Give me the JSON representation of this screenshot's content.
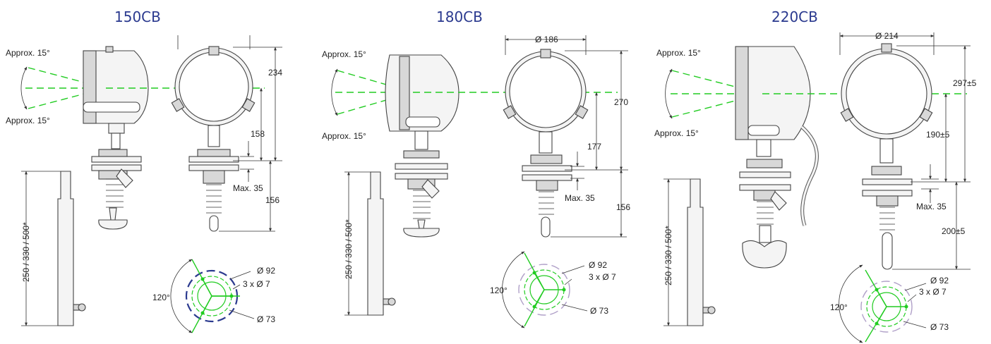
{
  "models": [
    {
      "title": "150CB",
      "approx_upper": "Approx. 15°",
      "approx_lower": "Approx. 15°",
      "dim_height_total": "234",
      "dim_height_to_mount": "158",
      "dim_max_mount": "Max. 35",
      "dim_below_mount": "156",
      "dim_shaft": "250 / 330 / 500*",
      "dim_angle": "120°",
      "dim_outer_dia": "Ø 92",
      "dim_holes": "3 x Ø 7",
      "dim_inner_dia": "Ø 73"
    },
    {
      "title": "180CB",
      "approx_upper": "Approx. 15°",
      "approx_lower": "Approx. 15°",
      "dim_diameter": "Ø 186",
      "dim_height_total": "270",
      "dim_height_to_mount": "177",
      "dim_max_mount": "Max. 35",
      "dim_below_mount": "156",
      "dim_shaft": "250 / 330 / 500*",
      "dim_angle": "120°",
      "dim_outer_dia": "Ø 92",
      "dim_holes": "3 x Ø 7",
      "dim_inner_dia": "Ø 73"
    },
    {
      "title": "220CB",
      "approx_upper": "Approx. 15°",
      "approx_lower": "Approx. 15°",
      "dim_diameter": "Ø 214",
      "dim_height_total": "297±5",
      "dim_height_to_mount": "190±5",
      "dim_max_mount": "Max. 35",
      "dim_below_mount": "200±5",
      "dim_shaft": "250 / 330 / 500*",
      "dim_angle": "120°",
      "dim_outer_dia": "Ø 92",
      "dim_holes": "3 x Ø 7",
      "dim_inner_dia": "Ø 73"
    }
  ],
  "colors": {
    "title": "#2b3a8f",
    "beam": "#22cc22",
    "line": "#444444"
  }
}
